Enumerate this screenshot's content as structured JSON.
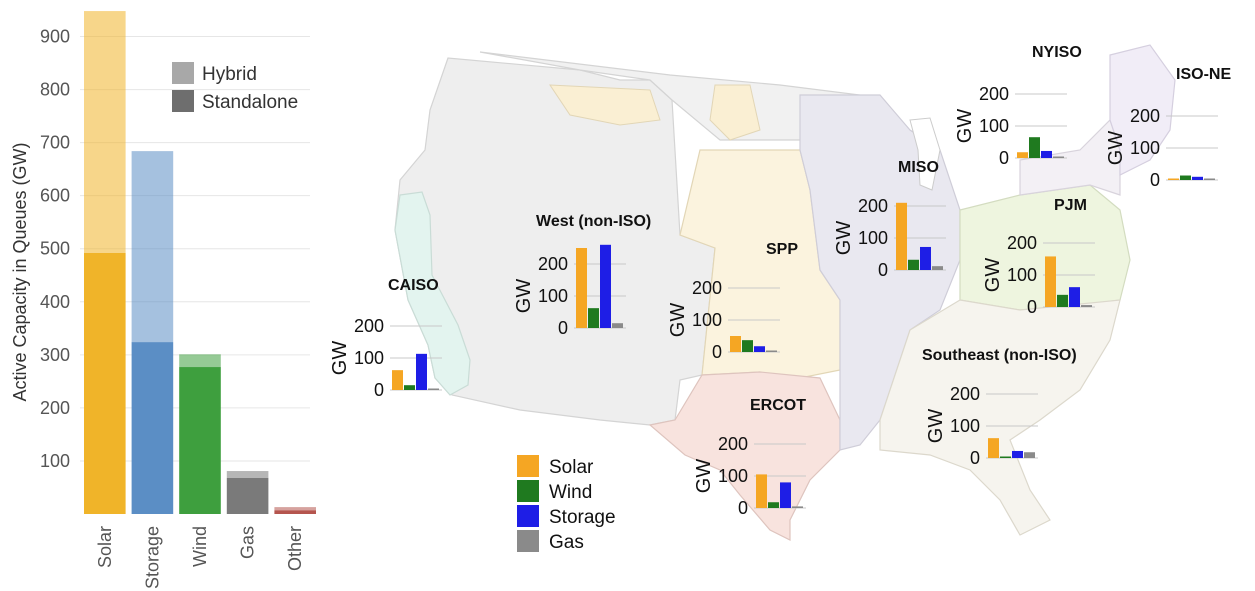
{
  "chart_data": [
    {
      "type": "bar",
      "stacked": true,
      "categories": [
        "Solar",
        "Storage",
        "Wind",
        "Gas",
        "Other"
      ],
      "series": [
        {
          "name": "Standalone",
          "values": [
            492,
            324,
            277,
            68,
            7
          ]
        },
        {
          "name": "Hybrid",
          "values": [
            456,
            360,
            24,
            13,
            6
          ]
        }
      ],
      "colors": {
        "Solar": "#F0B429",
        "Storage": "#5B8EC5",
        "Wind": "#3E9F3E",
        "Gas": "#7A7A7A",
        "Other": "#B5554E"
      },
      "ylabel": "Active Capacity in Queues (GW)",
      "yticks": [
        100,
        200,
        300,
        400,
        500,
        600,
        700,
        800,
        900
      ],
      "ylim": [
        0,
        950
      ],
      "grid": true,
      "legend": {
        "placement": "top-right",
        "entries": [
          "Hybrid",
          "Standalone"
        ]
      }
    },
    {
      "type": "bar",
      "categories": [
        "Solar",
        "Wind",
        "Storage",
        "Gas"
      ],
      "colors": [
        "#F5A623",
        "#1F7A1F",
        "#1E1EE6",
        "#8A8A8A"
      ],
      "ylabel": "GW",
      "yticks": [
        0,
        100,
        200
      ],
      "legend": {
        "placement": "bottom-center",
        "entries": [
          "Solar",
          "Wind",
          "Storage",
          "Gas"
        ]
      },
      "regions": [
        {
          "name": "CAISO",
          "values": [
            62,
            15,
            113,
            2
          ]
        },
        {
          "name": "West (non-ISO)",
          "values": [
            250,
            62,
            260,
            15
          ]
        },
        {
          "name": "SPP",
          "values": [
            50,
            37,
            18,
            3
          ]
        },
        {
          "name": "MISO",
          "values": [
            210,
            32,
            72,
            12
          ]
        },
        {
          "name": "NYISO",
          "values": [
            18,
            65,
            22,
            1
          ]
        },
        {
          "name": "ISO-NE",
          "values": [
            2,
            14,
            10,
            1
          ]
        },
        {
          "name": "PJM",
          "values": [
            158,
            38,
            62,
            6
          ]
        },
        {
          "name": "ERCOT",
          "values": [
            105,
            18,
            80,
            5
          ]
        },
        {
          "name": "Southeast (non-ISO)",
          "values": [
            62,
            2,
            22,
            18
          ]
        }
      ]
    }
  ]
}
